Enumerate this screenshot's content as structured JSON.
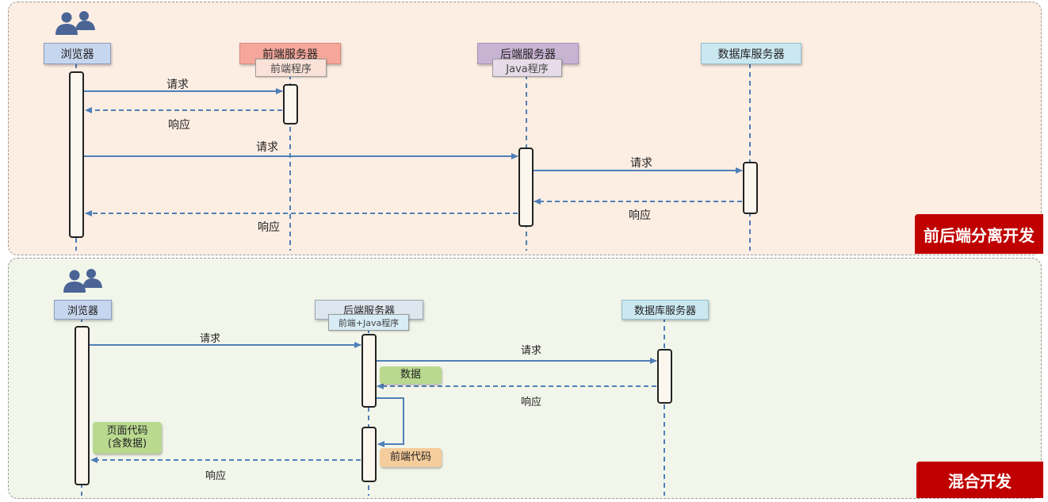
{
  "top": {
    "badge": "前后端分离开发",
    "browser": "浏览器",
    "frontend_server": "前端服务器",
    "frontend_program": "前端程序",
    "backend_server": "后端服务器",
    "backend_program": "Java程序",
    "db_server": "数据库服务器",
    "msg_req1": "请求",
    "msg_resp1": "响应",
    "msg_req2": "请求",
    "msg_req3": "请求",
    "msg_resp3": "响应",
    "msg_resp2": "响应"
  },
  "bottom": {
    "badge": "混合开发",
    "browser": "浏览器",
    "backend_server": "后端服务器",
    "backend_program": "前端+Java程序",
    "db_server": "数据库服务器",
    "msg_req1": "请求",
    "msg_req2": "请求",
    "msg_resp2": "响应",
    "msg_resp1": "响应",
    "note_data": "数据",
    "note_page_code_line1": "页面代码",
    "note_page_code_line2": "(含数据)",
    "note_frontend_code": "前端代码"
  },
  "colors": {
    "arrow": "#4f7fb8",
    "badge": "#c00000",
    "top_panel": "#fdeee3",
    "bottom_panel": "#f2f6ea",
    "browser_box": "#c6d6ee",
    "frontend_box": "#f4a79a",
    "backend_box": "#c9b3d3",
    "db_box": "#cbe8f1",
    "note_green": "#b9d98f",
    "note_orange": "#f5cc9b"
  },
  "icons": [
    "users-icon"
  ]
}
